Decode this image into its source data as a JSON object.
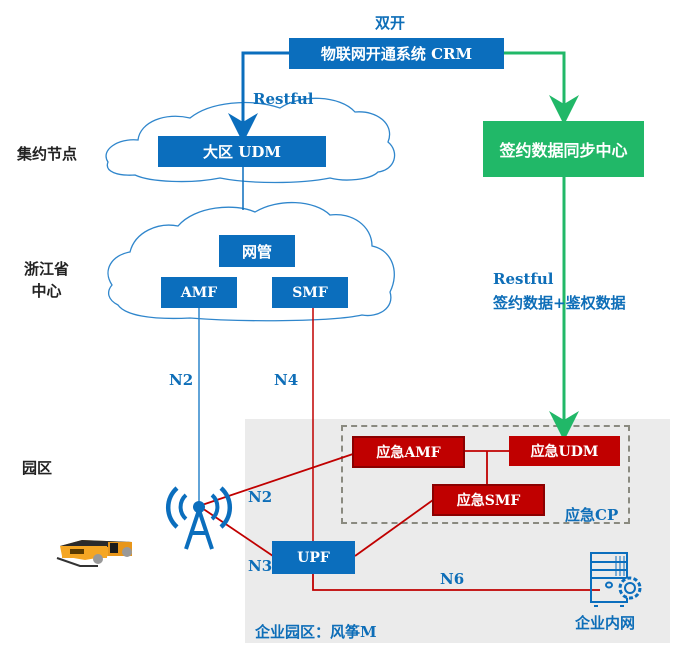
{
  "top_label": "双开",
  "crm_box": "物联网开通系统 CRM",
  "restful_left": "Restful",
  "tiers": {
    "aggregation": "集约节点",
    "province": "浙江省\n中心",
    "park": "园区"
  },
  "region_udm": "大区 UDM",
  "sync_center": "签约数据同步中心",
  "restful_right": {
    "line1": "Restful",
    "line2": "签约数据+鉴权数据"
  },
  "province_cloud": {
    "nms": "网管",
    "amf": "AMF",
    "smf": "SMF"
  },
  "interfaces": {
    "n2_upper": "N2",
    "n4": "N4",
    "n2_lower": "N2",
    "n3": "N3",
    "n6": "N6"
  },
  "emergency": {
    "amf": "应急AMF",
    "udm": "应急UDM",
    "smf": "应急SMF",
    "cp_label": "应急CP"
  },
  "upf": "UPF",
  "enterprise_park": "企业园区：风筝M",
  "enterprise_intranet": "企业内网",
  "icons": {
    "base_station": "cell-tower-icon",
    "agv": "agv-robot-icon",
    "server": "server-gear-icon"
  },
  "colors": {
    "blue": "#0B6EBD",
    "green": "#21B868",
    "red": "#C00000",
    "region_bg": "#EBEBEB"
  }
}
